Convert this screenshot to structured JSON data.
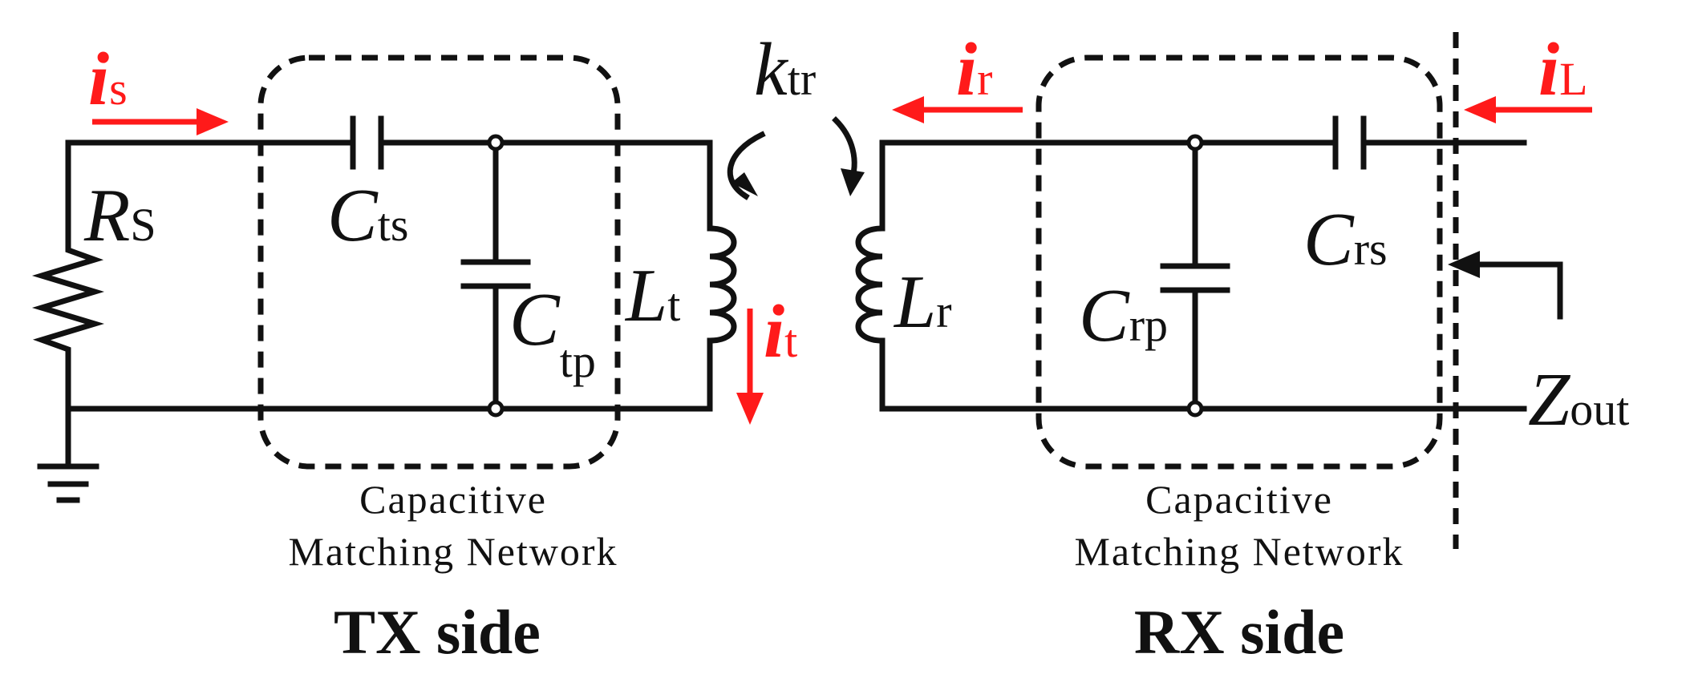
{
  "labels": {
    "Rs_main": "R",
    "Rs_sub": "S",
    "Cts_main": "C",
    "Cts_sub": "ts",
    "Ctp_main": "C",
    "Ctp_sub": "tp",
    "Lt_main": "L",
    "Lt_sub": "t",
    "Lr_main": "L",
    "Lr_sub": "r",
    "Crp_main": "C",
    "Crp_sub": "rp",
    "Crs_main": "C",
    "Crs_sub": "rs",
    "ktr_main": "k",
    "ktr_sub": "tr",
    "Zout_main": "Z",
    "Zout_sub": "out"
  },
  "currents": {
    "is_main": "i",
    "is_sub": "s",
    "it_main": "i",
    "it_sub": "t",
    "ir_main": "i",
    "ir_sub": "r",
    "iL_main": "i",
    "iL_sub": "L"
  },
  "captions": {
    "tx_line1": "Capacitive",
    "tx_line2": "Matching Network",
    "rx_line1": "Capacitive",
    "rx_line2": "Matching Network",
    "tx_side": "TX side",
    "rx_side": "RX side"
  },
  "colors": {
    "wire": "#111111",
    "current": "#ff1a1a",
    "background": "#ffffff"
  }
}
